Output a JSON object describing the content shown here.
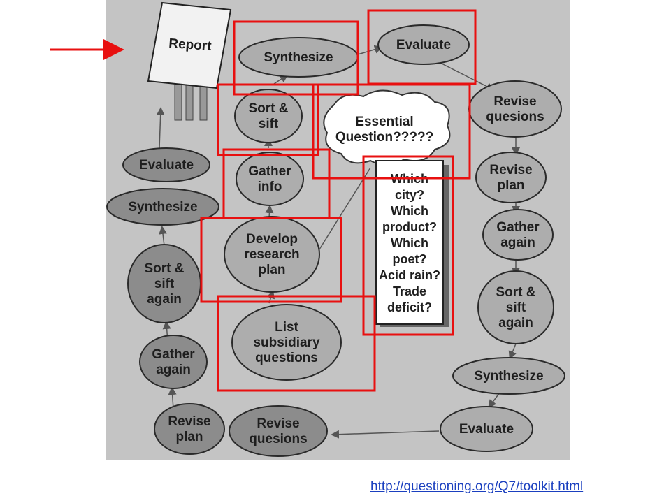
{
  "diagram": {
    "report_label": "Report",
    "essential_question": [
      "Essential",
      "Question?????"
    ],
    "examples": [
      "Which",
      "city?",
      "Which",
      "product?",
      "Which",
      "poet?",
      "Acid rain?",
      "Trade",
      "deficit?"
    ],
    "nodes": {
      "synthesize_top": [
        "Synthesize"
      ],
      "evaluate_top": [
        "Evaluate"
      ],
      "sort_sift": [
        "Sort &",
        "sift"
      ],
      "gather_info": [
        "Gather",
        "info"
      ],
      "develop_plan": [
        "Develop",
        "research",
        "plan"
      ],
      "list_questions": [
        "List",
        "subsidiary",
        "questions"
      ],
      "evaluate_left": [
        "Evaluate"
      ],
      "synthesize_left": [
        "Synthesize"
      ],
      "sort_again_left": [
        "Sort &",
        "sift",
        "again"
      ],
      "gather_again_left": [
        "Gather",
        "again"
      ],
      "revise_plan_bottom": [
        "Revise",
        "plan"
      ],
      "revise_questions_bottom": [
        "Revise",
        "quesions"
      ],
      "evaluate_bottom": [
        "Evaluate"
      ],
      "synthesize_right": [
        "Synthesize"
      ],
      "sort_again_right": [
        "Sort &",
        "sift",
        "again"
      ],
      "gather_again_right": [
        "Gather",
        "again"
      ],
      "revise_plan_right": [
        "Revise",
        "plan"
      ],
      "revise_questions_right": [
        "Revise",
        "quesions"
      ]
    }
  },
  "source_link": "http://questioning.org/Q7/toolkit.html",
  "colors": {
    "highlight": "#e81010",
    "panel": "#c4c4c4",
    "node_light": "#adadad",
    "node_dark": "#8c8c8c",
    "link": "#1a3fbf"
  }
}
